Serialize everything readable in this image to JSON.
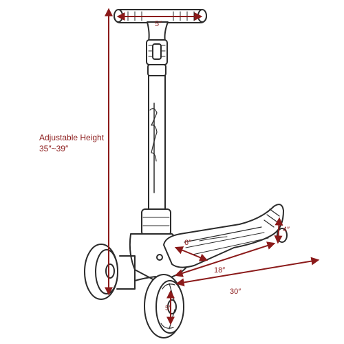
{
  "colors": {
    "dimension": "#8b1a1a",
    "outline": "#2b2b2b",
    "background": "#ffffff"
  },
  "dimensions": {
    "height_label_line1": "Adjustable Height",
    "height_label_line2": "35″~39″",
    "handlebar_width": "5″",
    "deck_width": "6″",
    "deck_length": "18″",
    "overall_length": "30″",
    "rear_rise": "4″",
    "wheel_size": "5″"
  }
}
